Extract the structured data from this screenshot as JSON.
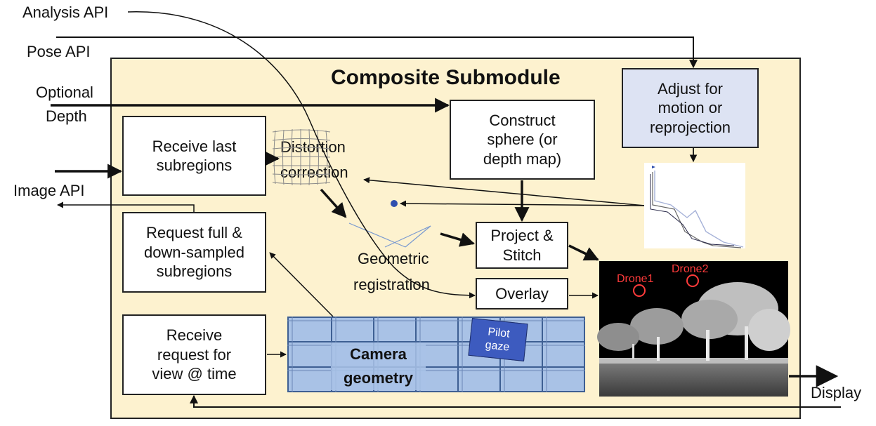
{
  "inputs": {
    "analysis_api": "Analysis API",
    "pose_api": "Pose API",
    "optional_depth_line1": "Optional",
    "optional_depth_line2": "Depth",
    "image_api": "Image API",
    "display": "Display"
  },
  "module_title": "Composite Submodule",
  "boxes": {
    "receive_last": [
      "Receive last",
      "subregions"
    ],
    "request_full": [
      "Request full &",
      "down-sampled",
      "subregions"
    ],
    "receive_request": [
      "Receive",
      "request for",
      "view @ time"
    ],
    "construct_sphere": [
      "Construct",
      "sphere (or",
      "depth map)"
    ],
    "adjust_motion": [
      "Adjust for",
      "motion or",
      "reprojection"
    ],
    "project_stitch": [
      "Project &",
      "Stitch"
    ],
    "overlay": "Overlay"
  },
  "labels": {
    "distortion": [
      "Distortion",
      "correction"
    ],
    "geometric": [
      "Geometric",
      "registration"
    ],
    "camera_geometry": [
      "Camera",
      "geometry"
    ],
    "pilot_gaze": [
      "Pilot",
      "gaze"
    ]
  },
  "image_overlay": {
    "drones": [
      "Drone1",
      "Drone2"
    ],
    "drone_color": "#ff3b3b"
  },
  "colors": {
    "module_fill": "#fdf2cf",
    "adjust_fill": "#dde3f3",
    "camera_grid_fill": "#a9c2e6",
    "pilot_gaze_fill": "#3d5bbf"
  }
}
